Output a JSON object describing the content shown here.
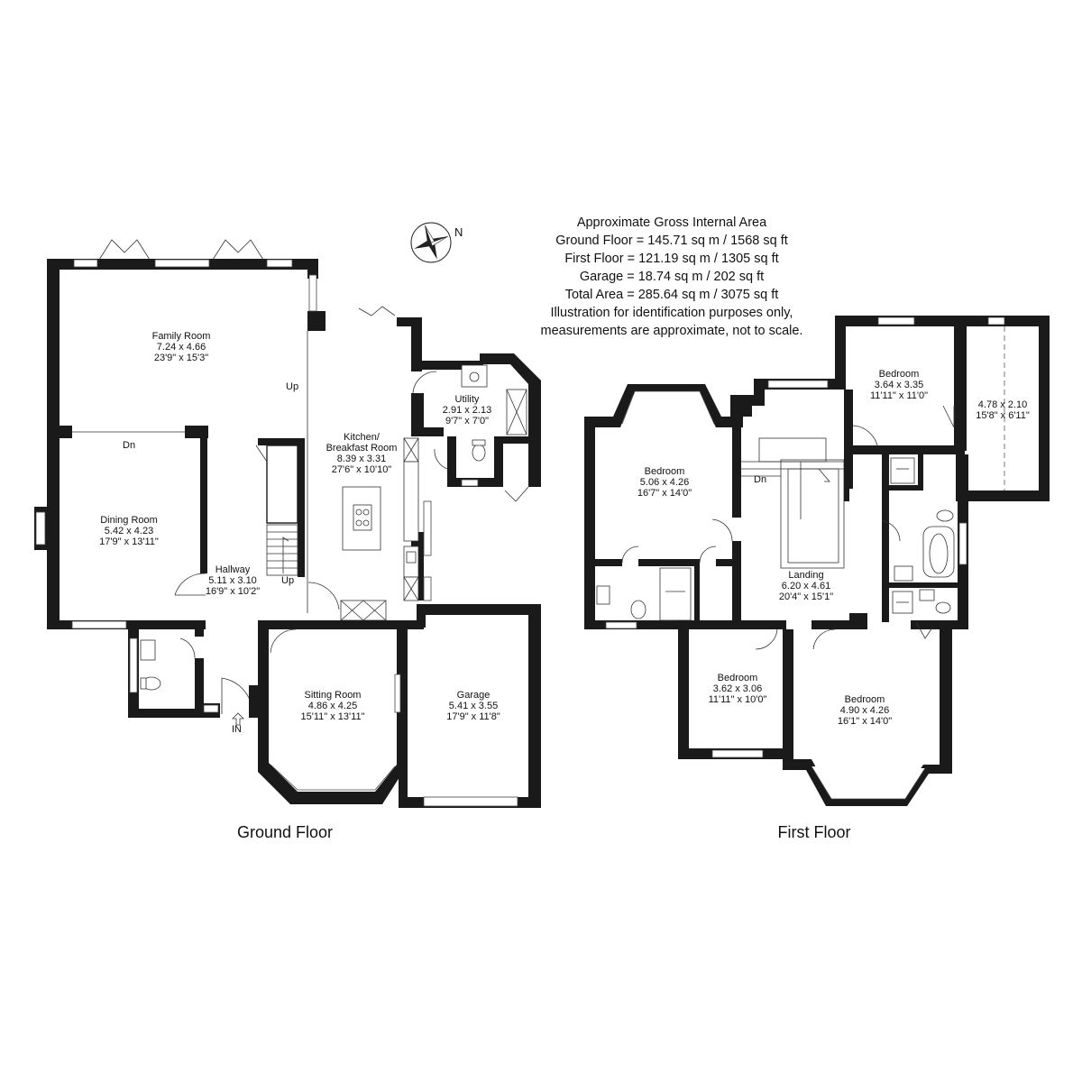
{
  "area_summary": {
    "lines": [
      "Approximate Gross Internal Area",
      "Ground Floor = 145.71 sq m / 1568 sq ft",
      "First Floor = 121.19 sq m / 1305 sq ft",
      "Garage = 18.74 sq m / 202 sq ft",
      "Total Area = 285.64 sq m / 3075 sq ft",
      "Illustration for identification purposes only,",
      "measurements are approximate, not to scale."
    ]
  },
  "compass": {
    "label": "N",
    "icon": "compass-rose-icon"
  },
  "ground_floor": {
    "title": "Ground Floor",
    "rooms": [
      {
        "name": "Family Room",
        "metric": "7.24 x 4.66",
        "imperial": "23'9\" x 15'3\""
      },
      {
        "name": "Dining Room",
        "metric": "5.42 x 4.23",
        "imperial": "17'9\" x 13'11\""
      },
      {
        "name": "Hallway",
        "metric": "5.11 x 3.10",
        "imperial": "16'9\" x 10'2\""
      },
      {
        "name": "Kitchen/",
        "name2": "Breakfast Room",
        "metric": "8.39 x 3.31",
        "imperial": "27'6\" x 10'10\""
      },
      {
        "name": "Utility",
        "metric": "2.91 x 2.13",
        "imperial": "9'7\" x 7'0\""
      },
      {
        "name": "Sitting Room",
        "metric": "4.86 x 4.25",
        "imperial": "15'11\" x 13'11\""
      },
      {
        "name": "Garage",
        "metric": "5.41 x 3.55",
        "imperial": "17'9\" x 11'8\""
      }
    ],
    "markers": {
      "up_1": "Up",
      "up_2": "Up",
      "dn": "Dn",
      "in": "IN"
    }
  },
  "first_floor": {
    "title": "First Floor",
    "rooms": [
      {
        "name": "Bedroom",
        "metric": "5.06 x 4.26",
        "imperial": "16'7\" x 14'0\""
      },
      {
        "name": "Bedroom",
        "metric": "3.64 x 3.35",
        "imperial": "11'11\" x 11'0\""
      },
      {
        "name": "",
        "metric": "4.78 x 2.10",
        "imperial": "15'8\" x 6'11\""
      },
      {
        "name": "Landing",
        "metric": "6.20 x 4.61",
        "imperial": "20'4\" x 15'1\""
      },
      {
        "name": "Bedroom",
        "metric": "3.62 x 3.06",
        "imperial": "11'11\" x 10'0\""
      },
      {
        "name": "Bedroom",
        "metric": "4.90 x 4.26",
        "imperial": "16'1\" x 14'0\""
      }
    ],
    "markers": {
      "dn": "Dn"
    }
  }
}
